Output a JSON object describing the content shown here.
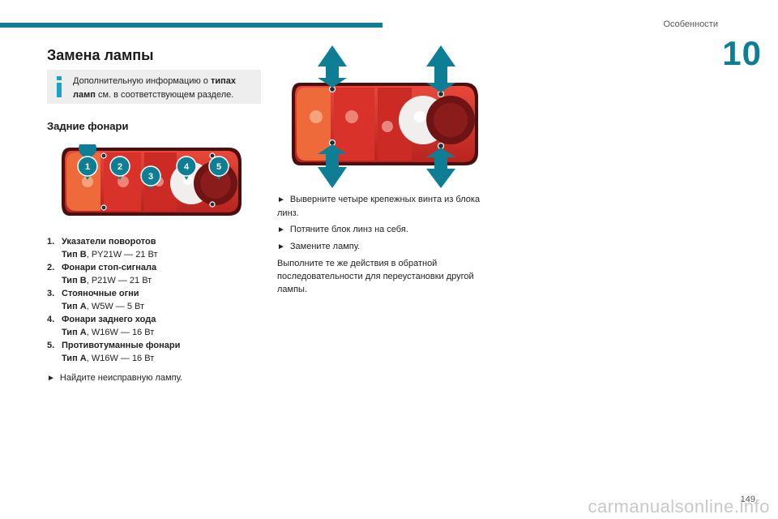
{
  "header": {
    "section_label": "Особенности",
    "chapter_number": "10"
  },
  "page": {
    "title": "Замена лампы",
    "info_note": {
      "prefix": "Дополнительную информацию о ",
      "bold": "типах ламп",
      "suffix": " см. в соответствующем разделе."
    },
    "subtitle": "Задние фонари",
    "diagram_markers": [
      "1",
      "2",
      "3",
      "4",
      "5"
    ],
    "lamps": [
      {
        "num": "1.",
        "name": "Указатели поворотов",
        "type_label": "Тип B",
        "spec": ", PY21W — 21 Вт"
      },
      {
        "num": "2.",
        "name": "Фонари стоп-сигнала",
        "type_label": "Тип B",
        "spec": ", P21W — 21 Вт"
      },
      {
        "num": "3.",
        "name": "Стояночные огни",
        "type_label": "Тип A",
        "spec": ", W5W — 5 Вт"
      },
      {
        "num": "4.",
        "name": "Фонари заднего хода",
        "type_label": "Тип A",
        "spec": ", W16W — 16 Вт"
      },
      {
        "num": "5.",
        "name": "Противотуманные фонари",
        "type_label": "Тип A",
        "spec": ", W16W — 16 Вт"
      }
    ],
    "left_step": "Найдите неисправную лампу.",
    "right_steps": [
      "Выверните четыре крепежных винта из блока линз.",
      "Потяните блок линз на себя.",
      "Замените лампу."
    ],
    "right_paragraph": "Выполните те же действия в обратной последовательности для переустановки другой лампы.",
    "step_arrow": "►"
  },
  "footer": {
    "page_number": "149",
    "watermark": "carmanualsonline.info"
  },
  "colors": {
    "accent": "#0e7e94",
    "info_icon": "#1aa3c9",
    "lamp_red": "#d9322a",
    "lamp_dark": "#8a1c1c",
    "lamp_orange": "#ef6a3a"
  }
}
